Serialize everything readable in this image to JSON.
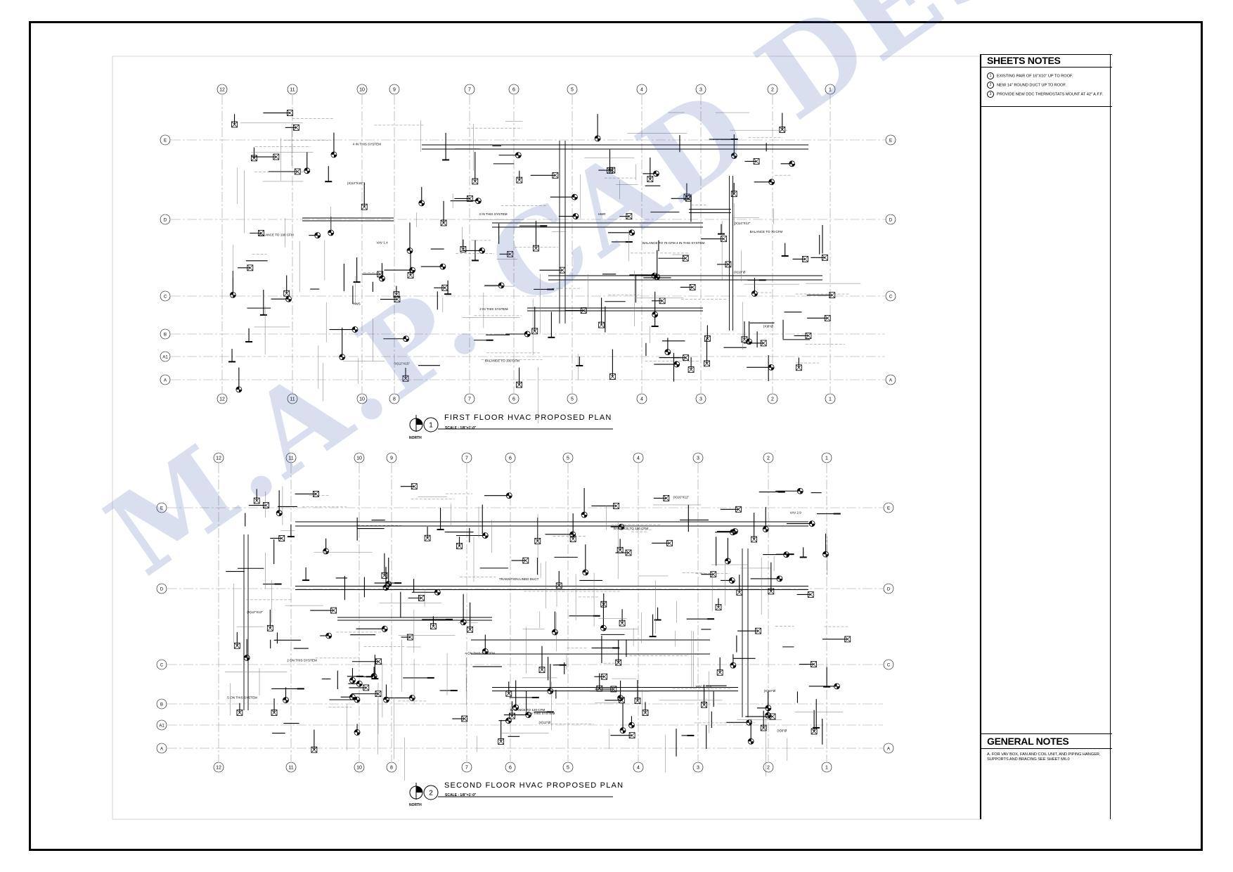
{
  "sheet_notes": {
    "heading": "SHEETS NOTES",
    "items": [
      {
        "num": "1",
        "text": "EXISTING PAIR OF 16\"X10\" UP TO ROOF."
      },
      {
        "num": "2",
        "text": "NEW 14\" ROUND DUCT UP TO ROOF."
      },
      {
        "num": "3",
        "text": "PROVIDE NEW DDC THERMOSTATS MOUNT AT 42\" A.F.F."
      }
    ]
  },
  "general_notes": {
    "heading": "GENERAL NOTES",
    "items": [
      {
        "text": "A.  FOR VAV BOX, FAN AND COIL UNIT, AND PIPING HANGER, SUPPORTS AND BRACING SEE SHEET M6.0"
      }
    ]
  },
  "plans": [
    {
      "number": "1",
      "title": "FIRST FLOOR HVAC PROPOSED PLAN",
      "scale": "SCALE : 1/8\"=1'-0\"",
      "north": "NORTH"
    },
    {
      "number": "2",
      "title": "SECOND FLOOR HVAC PROPOSED PLAN",
      "scale": "SCALE : 1/8\"=1'-0\"",
      "north": "NORTH"
    }
  ],
  "grid": {
    "columns": [
      "12",
      "11",
      "10",
      "9",
      "7",
      "6",
      "5",
      "4",
      "3",
      "2",
      "1"
    ],
    "columns_bottom": [
      "12",
      "11",
      "10",
      "8",
      "7",
      "6",
      "5",
      "4",
      "3",
      "2",
      "1"
    ],
    "rows": [
      "E",
      "D",
      "C",
      "B",
      "A1",
      "A"
    ]
  },
  "annotations_floor1": [
    "BALANCE TO 70 CFM",
    "BALANCE TO 75 CFM 4 IN THIS SYSTEM",
    "BALANCE TO 190 CFM",
    "BALANCE TO 100 CFM",
    "3 IN THIS SYSTEM",
    "4 IN THIS SYSTEM",
    "2 IN THIS SYSTEM",
    "(X)12\"X15\"",
    "(X)12\"X16\"",
    "(X)10\"Ø",
    "(X)8\"Ø",
    "(X)14\"X12\"",
    "VAV 1.4",
    "HWS",
    "HWR"
  ],
  "annotations_floor2": [
    "4 ON THIS SYSTEM",
    "3 ON THIS SYSTEM",
    "2 ON THIS SYSTEM",
    "5 ON THIS SYSTEM",
    "BALANCE TO 120 CFM",
    "BALANCE TO 190 CFM",
    "TRANSITION LINED DUCT",
    "(X)10\"Ø",
    "(X)12\"Ø",
    "(X)8\"Ø",
    "(X)16\"X12\"",
    "(X)12\"X12\"",
    "VAV 2.10 A",
    "VAV 2.9"
  ],
  "watermark": "M.A.P. CAD DESIGNZ",
  "colors": {
    "line": "#000000",
    "watermark": "#465faf"
  }
}
